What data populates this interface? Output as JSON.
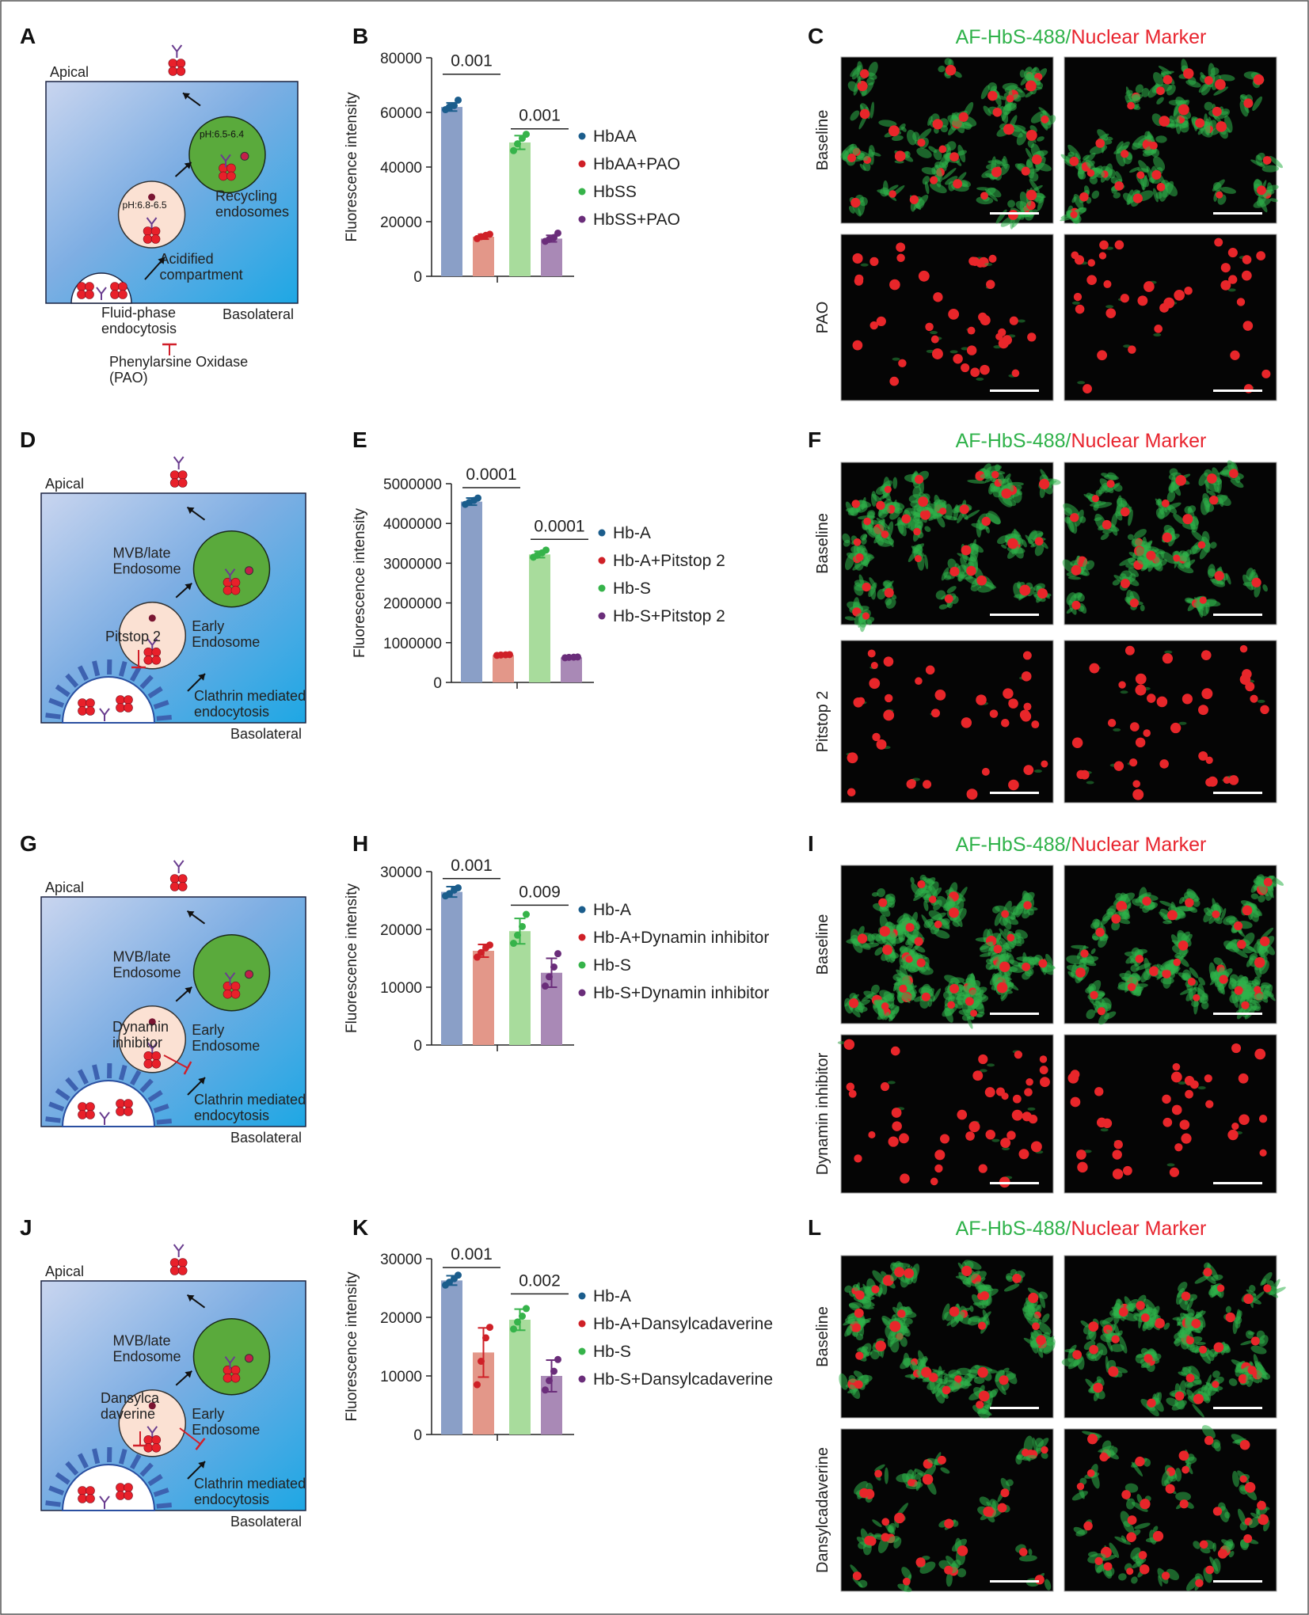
{
  "panels": [
    {
      "id": "A",
      "diagram": {
        "apical": "Apical",
        "basolateral": "Basolateral",
        "upper_label": [
          "Recycling",
          "endosomes"
        ],
        "lower_label": [
          "Acidified",
          "compartment"
        ],
        "upper_ph": "pH:6.5-6.4",
        "lower_ph": "pH:6.8-6.5",
        "entry_label": [
          "Fluid-phase",
          "endocytosis"
        ],
        "inhibitor": [
          "Phenylarsine Oxidase",
          "(PAO)"
        ],
        "pathway": "fluid"
      },
      "chart_label": "B",
      "chart_data": {
        "type": "bar",
        "ylabel": "Fluorescence intensity",
        "ylim": [
          0,
          80000
        ],
        "yticks": [
          "0",
          "20000",
          "40000",
          "60000",
          "80000"
        ],
        "series": [
          {
            "name": "HbAA",
            "value": 62000,
            "err": 1500,
            "points": [
              61000,
              62000,
              62500,
              64500
            ],
            "color": "#8a9fc7",
            "dot": "#1b5d8c"
          },
          {
            "name": "HbAA+PAO",
            "value": 14500,
            "err": 900,
            "points": [
              13800,
              14500,
              15000,
              15400
            ],
            "color": "#e39789",
            "dot": "#cf2027"
          },
          {
            "name": "HbSS",
            "value": 49000,
            "err": 2500,
            "points": [
              46000,
              48500,
              50500,
              52000
            ],
            "color": "#a8dc9c",
            "dot": "#36b34a"
          },
          {
            "name": "HbSS+PAO",
            "value": 13800,
            "err": 1200,
            "points": [
              12800,
              13500,
              14200,
              15800
            ],
            "color": "#a989b6",
            "dot": "#6a2d7a"
          }
        ],
        "comparisons": [
          {
            "from": 0,
            "to": 1,
            "label": "0.001",
            "level": 74000
          },
          {
            "from": 2,
            "to": 3,
            "label": "0.001",
            "level": 54000
          }
        ]
      },
      "micro_label": "C",
      "micro_title": [
        "AF-HbS-488/",
        "Nuclear Marker"
      ],
      "rows": [
        "Baseline",
        "PAO"
      ],
      "green": [
        3,
        0.5
      ]
    },
    {
      "id": "D",
      "diagram": {
        "apical": "Apical",
        "basolateral": "Basolateral",
        "upper_label": [
          "MVB/late",
          "Endosome"
        ],
        "lower_label": [
          "Early",
          "Endosome"
        ],
        "upper_ph": "",
        "lower_ph": "",
        "entry_label": [
          "Clathrin mediated",
          "endocytosis"
        ],
        "inhibitor": [
          "Pitstop 2"
        ],
        "pathway": "clathrin"
      },
      "chart_label": "E",
      "chart_data": {
        "type": "bar",
        "ylabel": "Fluorescence intensity",
        "ylim": [
          0,
          5000000
        ],
        "yticks": [
          "0",
          "1000000",
          "2000000",
          "3000000",
          "4000000",
          "5000000"
        ],
        "series": [
          {
            "name": "Hb-A",
            "value": 4550000,
            "err": 90000,
            "points": [
              4480000,
              4530000,
              4580000,
              4640000
            ],
            "color": "#8a9fc7",
            "dot": "#1b5d8c"
          },
          {
            "name": "Hb-A+Pitstop 2",
            "value": 690000,
            "err": 15000,
            "points": [
              680000,
              690000,
              695000,
              700000
            ],
            "color": "#e39789",
            "dot": "#cf2027"
          },
          {
            "name": "Hb-S",
            "value": 3220000,
            "err": 80000,
            "points": [
              3150000,
              3200000,
              3260000,
              3330000
            ],
            "color": "#a8dc9c",
            "dot": "#36b34a"
          },
          {
            "name": "Hb-S+Pitstop 2",
            "value": 630000,
            "err": 15000,
            "points": [
              620000,
              630000,
              635000,
              640000
            ],
            "color": "#a989b6",
            "dot": "#6a2d7a"
          }
        ],
        "comparisons": [
          {
            "from": 0,
            "to": 1,
            "label": "0.0001",
            "level": 4900000
          },
          {
            "from": 2,
            "to": 3,
            "label": "0.0001",
            "level": 3600000
          }
        ]
      },
      "micro_label": "F",
      "micro_title": [
        "AF-HbS-488/",
        "Nuclear Marker"
      ],
      "rows": [
        "Baseline",
        "Pitstop 2"
      ],
      "green": [
        4,
        0.4
      ]
    },
    {
      "id": "G",
      "diagram": {
        "apical": "Apical",
        "basolateral": "Basolateral",
        "upper_label": [
          "MVB/late",
          "Endosome"
        ],
        "lower_label": [
          "Early",
          "Endosome"
        ],
        "upper_ph": "",
        "lower_ph": "",
        "entry_label": [
          "Clathrin mediated",
          "endocytosis"
        ],
        "inhibitor": [
          "Dynamin",
          "inhibitor"
        ],
        "pathway": "dynamin"
      },
      "chart_label": "H",
      "chart_data": {
        "type": "bar",
        "ylabel": "Fluorescence intensity",
        "ylim": [
          0,
          30000
        ],
        "yticks": [
          "0",
          "10000",
          "20000",
          "30000"
        ],
        "series": [
          {
            "name": "Hb-A",
            "value": 26500,
            "err": 900,
            "points": [
              25800,
              26200,
              26800,
              27200
            ],
            "color": "#8a9fc7",
            "dot": "#1b5d8c"
          },
          {
            "name": "Hb-A+Dynamin inhibitor",
            "value": 16300,
            "err": 1100,
            "points": [
              15200,
              16000,
              16800,
              17300
            ],
            "color": "#e39789",
            "dot": "#cf2027"
          },
          {
            "name": "Hb-S",
            "value": 19700,
            "err": 2200,
            "points": [
              17600,
              19000,
              20500,
              22600
            ],
            "color": "#a8dc9c",
            "dot": "#36b34a"
          },
          {
            "name": "Hb-S+Dynamin inhibitor",
            "value": 12500,
            "err": 2500,
            "points": [
              10200,
              11800,
              13500,
              15800
            ],
            "color": "#a989b6",
            "dot": "#6a2d7a"
          }
        ],
        "comparisons": [
          {
            "from": 0,
            "to": 1,
            "label": "0.001",
            "level": 28800
          },
          {
            "from": 2,
            "to": 3,
            "label": "0.009",
            "level": 24200
          }
        ]
      },
      "micro_label": "I",
      "micro_title": [
        "AF-HbS-488/",
        "Nuclear Marker"
      ],
      "rows": [
        "Baseline",
        "Dynamin inhibitor"
      ],
      "green": [
        5,
        0.3
      ]
    },
    {
      "id": "J",
      "diagram": {
        "apical": "Apical",
        "basolateral": "Basolateral",
        "upper_label": [
          "MVB/late",
          "Endosome"
        ],
        "lower_label": [
          "Early",
          "Endosome"
        ],
        "upper_ph": "",
        "lower_ph": "",
        "entry_label": [
          "Clathrin mediated",
          "endocytosis"
        ],
        "inhibitor": [
          "Dansylca",
          "daverine"
        ],
        "pathway": "dansyl"
      },
      "chart_label": "K",
      "chart_data": {
        "type": "bar",
        "ylabel": "Fluorescence intensity",
        "ylim": [
          0,
          30000
        ],
        "yticks": [
          "0",
          "10000",
          "20000",
          "30000"
        ],
        "series": [
          {
            "name": "Hb-A",
            "value": 26300,
            "err": 800,
            "points": [
              25500,
              26000,
              26600,
              27200
            ],
            "color": "#8a9fc7",
            "dot": "#1b5d8c"
          },
          {
            "name": "Hb-A+Dansylcadaverine",
            "value": 14000,
            "err": 4200,
            "points": [
              8500,
              12500,
              16500,
              18300
            ],
            "color": "#e39789",
            "dot": "#cf2027"
          },
          {
            "name": "Hb-S",
            "value": 19600,
            "err": 1800,
            "points": [
              18000,
              19200,
              20200,
              21500
            ],
            "color": "#a8dc9c",
            "dot": "#36b34a"
          },
          {
            "name": "Hb-S+Dansylcadaverine",
            "value": 10000,
            "err": 2700,
            "points": [
              7600,
              9200,
              10800,
              12800
            ],
            "color": "#a989b6",
            "dot": "#6a2d7a"
          }
        ],
        "comparisons": [
          {
            "from": 0,
            "to": 1,
            "label": "0.001",
            "level": 28500
          },
          {
            "from": 2,
            "to": 3,
            "label": "0.002",
            "level": 24000
          }
        ]
      },
      "micro_label": "L",
      "micro_title": [
        "AF-HbS-488/",
        "Nuclear Marker"
      ],
      "rows": [
        "Baseline",
        "Dansylcadaverine"
      ],
      "green": [
        3.5,
        1.2
      ]
    }
  ]
}
